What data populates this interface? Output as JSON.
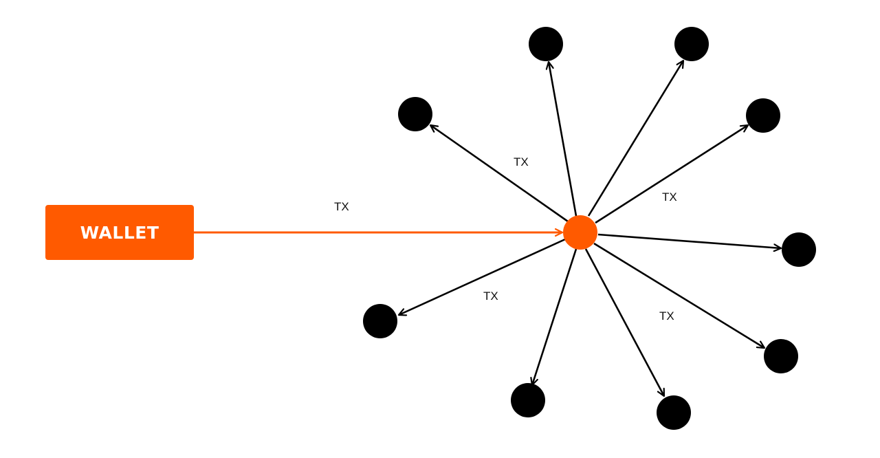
{
  "colors": {
    "accent": "#ff5a00",
    "node": "#000000",
    "edge": "#000000",
    "background": "#ffffff"
  },
  "wallet": {
    "label": "WALLET"
  },
  "edges": {
    "wallet_edge_label": "TX",
    "labels": [
      "TX",
      "TX",
      "TX",
      "TX"
    ]
  },
  "nodes": {
    "hub": "orange-hub-node",
    "leaf_count_label": ""
  }
}
